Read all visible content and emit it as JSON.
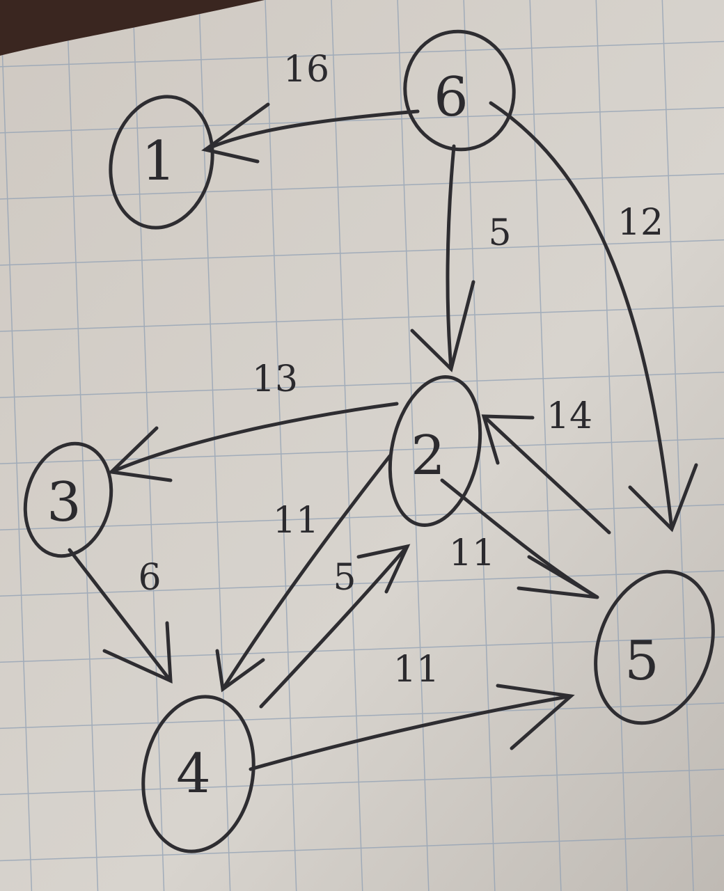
{
  "diagram": {
    "nodes": [
      {
        "id": "n1",
        "label": "1"
      },
      {
        "id": "n2",
        "label": "2"
      },
      {
        "id": "n3",
        "label": "3"
      },
      {
        "id": "n4",
        "label": "4"
      },
      {
        "id": "n5",
        "label": "5"
      },
      {
        "id": "n6",
        "label": "6"
      }
    ],
    "edges": [
      {
        "id": "e6-1",
        "from": "6",
        "to": "1",
        "weight": "16"
      },
      {
        "id": "e6-2",
        "from": "6",
        "to": "2",
        "weight": "5"
      },
      {
        "id": "e6-5",
        "from": "6",
        "to": "5",
        "weight": "12"
      },
      {
        "id": "e2-3",
        "from": "2",
        "to": "3",
        "weight": "13"
      },
      {
        "id": "e5-2",
        "from": "5",
        "to": "2",
        "weight": "14"
      },
      {
        "id": "e2-5",
        "from": "2",
        "to": "5",
        "weight": "11"
      },
      {
        "id": "e2-4",
        "from": "2",
        "to": "4",
        "weight": "11"
      },
      {
        "id": "e4-2",
        "from": "4",
        "to": "2",
        "weight": "5"
      },
      {
        "id": "e3-4",
        "from": "3",
        "to": "4",
        "weight": "6"
      },
      {
        "id": "e4-5",
        "from": "4",
        "to": "5",
        "weight": "11"
      }
    ]
  },
  "colors": {
    "paper": "#d6d2cc",
    "grid": "#8f9fb3",
    "ink": "#2e2d31"
  }
}
